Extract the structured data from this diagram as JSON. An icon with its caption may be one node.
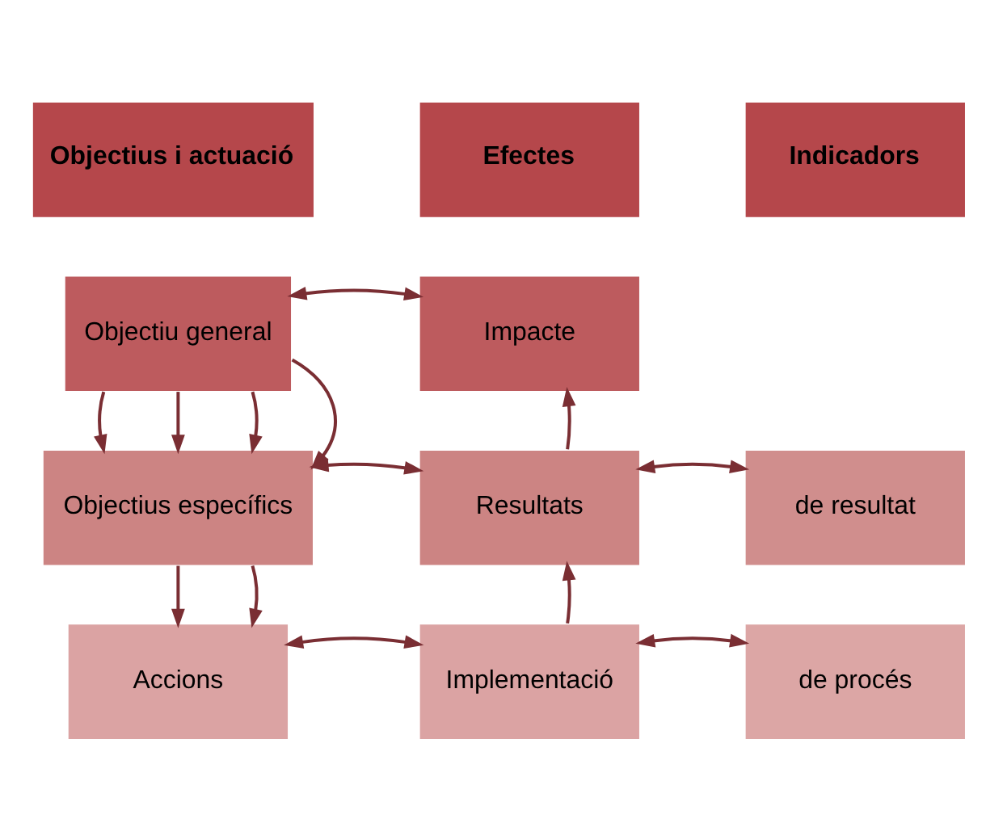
{
  "diagram": {
    "nodes": [
      {
        "text": [
          "Objectius i actuació"
        ]
      },
      {
        "text": [
          "Efectes"
        ]
      },
      {
        "text": [
          "Indicadors"
        ]
      },
      {
        "text": [
          "Objectiu general"
        ]
      },
      {
        "text": [
          "Impacte"
        ]
      },
      {
        "text": [
          "Objectius específics"
        ]
      },
      {
        "text": [
          "Resultats"
        ]
      },
      {
        "text": [
          "de resultat"
        ]
      },
      {
        "text": [
          "Accions"
        ]
      },
      {
        "text": [
          "Implementació"
        ]
      },
      {
        "text": [
          "de procés"
        ]
      }
    ],
    "edges": [
      {
        "from": 3,
        "to": 4,
        "arrow": "both"
      },
      {
        "from": 3,
        "to": 5,
        "arrow": "to"
      },
      {
        "from": 3,
        "to": 5,
        "arrow": "to"
      },
      {
        "from": 3,
        "to": 5,
        "arrow": "to"
      },
      {
        "from": 3,
        "to": 5,
        "arrow": "to"
      },
      {
        "from": 6,
        "to": 4,
        "arrow": "to"
      },
      {
        "from": 5,
        "to": 6,
        "arrow": "both"
      },
      {
        "from": 6,
        "to": 7,
        "arrow": "both"
      },
      {
        "from": 5,
        "to": 8,
        "arrow": "to"
      },
      {
        "from": 5,
        "to": 8,
        "arrow": "to"
      },
      {
        "from": 9,
        "to": 6,
        "arrow": "to"
      },
      {
        "from": 8,
        "to": 9,
        "arrow": "both"
      },
      {
        "from": 9,
        "to": 10,
        "arrow": "both"
      }
    ]
  }
}
